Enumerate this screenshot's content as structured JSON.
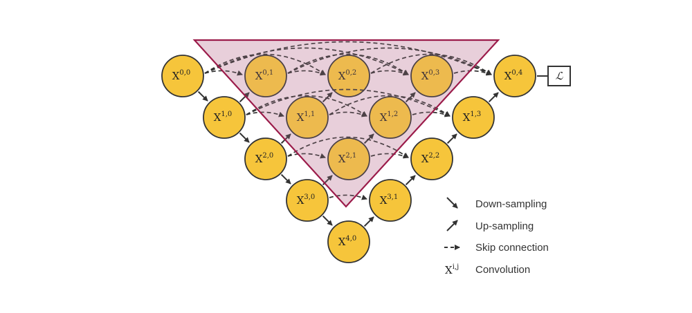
{
  "nodes": [
    {
      "id": "0,0",
      "base": "X",
      "sup": "0,0"
    },
    {
      "id": "1,0",
      "base": "X",
      "sup": "1,0"
    },
    {
      "id": "2,0",
      "base": "X",
      "sup": "2,0"
    },
    {
      "id": "3,0",
      "base": "X",
      "sup": "3,0"
    },
    {
      "id": "4,0",
      "base": "X",
      "sup": "4,0"
    },
    {
      "id": "0,1",
      "base": "X",
      "sup": "0,1"
    },
    {
      "id": "1,1",
      "base": "X",
      "sup": "1,1"
    },
    {
      "id": "2,1",
      "base": "X",
      "sup": "2,1"
    },
    {
      "id": "3,1",
      "base": "X",
      "sup": "3,1"
    },
    {
      "id": "0,2",
      "base": "X",
      "sup": "0,2"
    },
    {
      "id": "1,2",
      "base": "X",
      "sup": "1,2"
    },
    {
      "id": "2,2",
      "base": "X",
      "sup": "2,2"
    },
    {
      "id": "0,3",
      "base": "X",
      "sup": "0,3"
    },
    {
      "id": "1,3",
      "base": "X",
      "sup": "1,3"
    },
    {
      "id": "0,4",
      "base": "X",
      "sup": "0,4"
    }
  ],
  "loss_box": {
    "label": "ℒ"
  },
  "legend": {
    "down": "Down-sampling",
    "up": "Up-sampling",
    "skip": "Skip connection",
    "conv_symbol_base": "X",
    "conv_symbol_sup": "i,j",
    "conv": "Convolution"
  },
  "colors": {
    "node_fill": "#f6c53b",
    "node_stroke": "#333333",
    "triangle_stroke": "#9b1b4a",
    "triangle_fill": "#c98aa5",
    "arrow": "#333333",
    "background": "#ffffff"
  }
}
